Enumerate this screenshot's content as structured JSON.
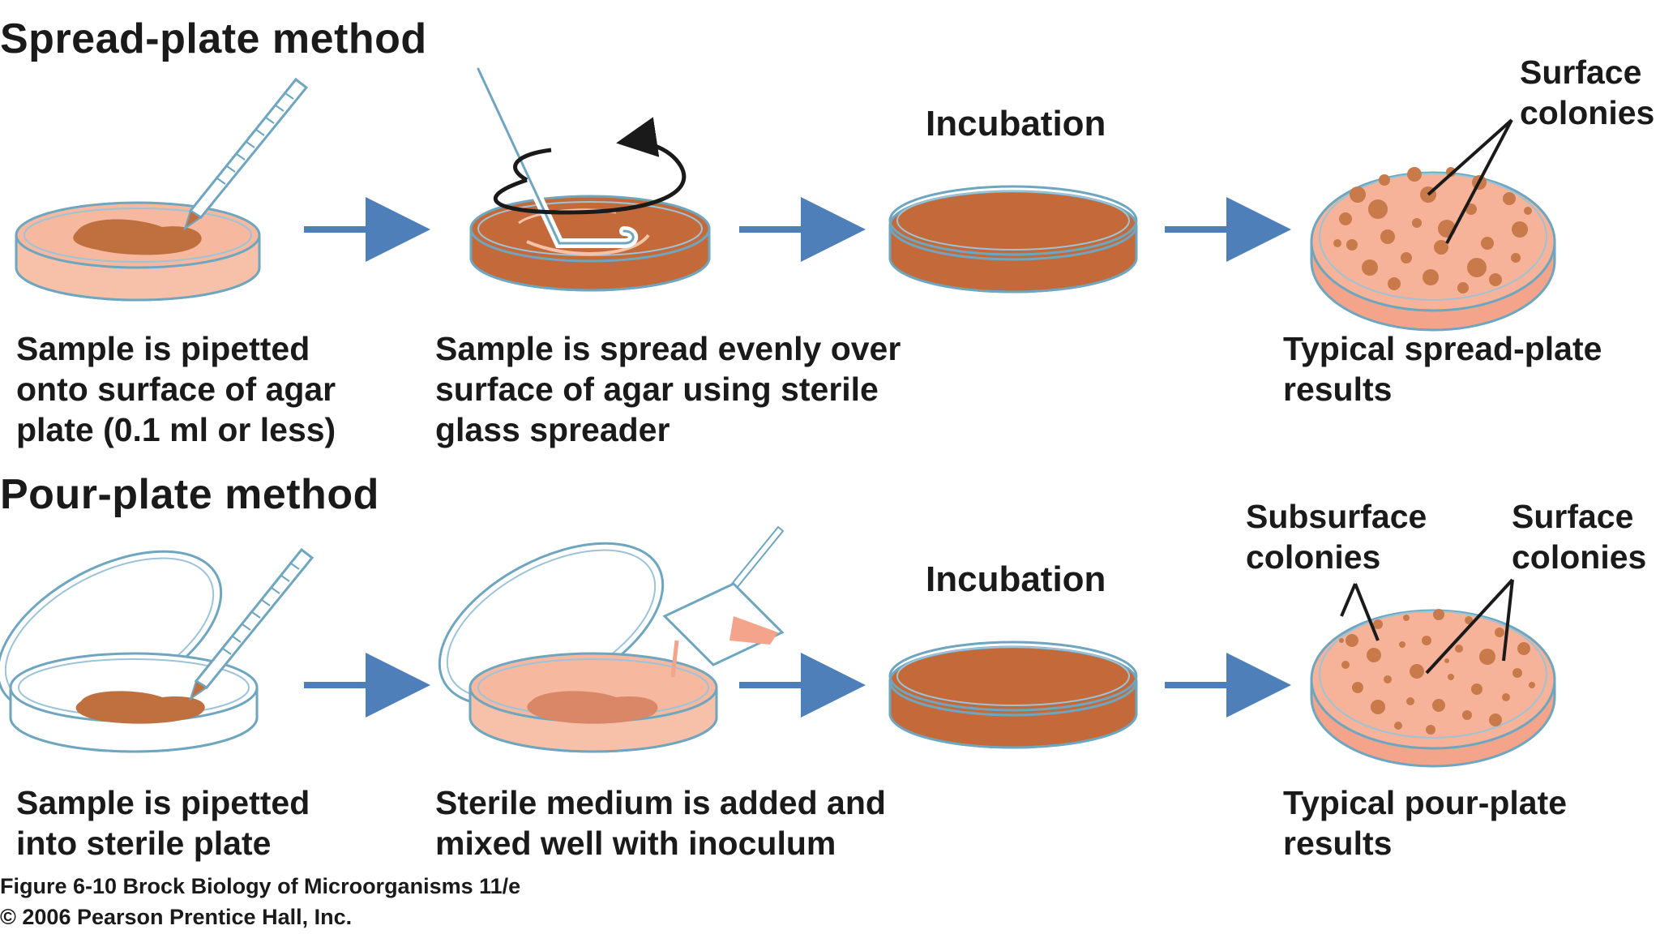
{
  "spread": {
    "heading": "Spread-plate method",
    "step1_caption": [
      "Sample is pipetted",
      "onto surface of agar",
      "plate (0.1 ml or less)"
    ],
    "step2_caption": [
      "Sample is spread evenly over",
      "surface of agar using sterile",
      "glass spreader"
    ],
    "incubation": "Incubation",
    "result_caption": [
      "Typical spread-plate",
      "results"
    ],
    "surface_label": [
      "Surface",
      "colonies"
    ]
  },
  "pour": {
    "heading": "Pour-plate method",
    "step1_caption": [
      "Sample is pipetted",
      "into sterile plate"
    ],
    "step2_caption": [
      "Sterile medium is added and",
      "mixed well with inoculum"
    ],
    "incubation": "Incubation",
    "result_caption": [
      "Typical pour-plate",
      "results"
    ],
    "subsurface_label": [
      "Subsurface",
      "colonies"
    ],
    "surface_label": [
      "Surface",
      "colonies"
    ]
  },
  "credit": [
    "Figure 6-10  Brock Biology of Microorganisms 11/e",
    "© 2006 Pearson Prentice Hall, Inc."
  ],
  "colors": {
    "agar_light": "#f5b49a",
    "agar_dark": "#c46a3a",
    "sample": "#c0703f",
    "glass": "#6fa6bf",
    "arrow": "#4f7fb8",
    "colony": "#c97a4a"
  }
}
